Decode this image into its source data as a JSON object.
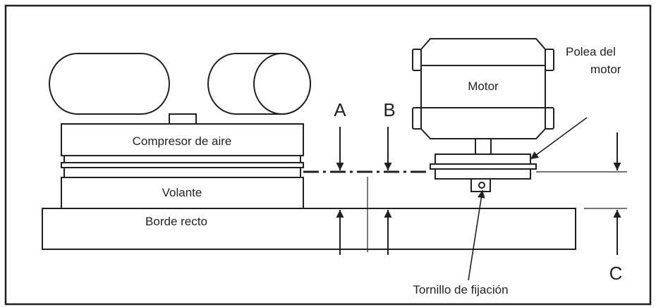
{
  "labels": {
    "compressor": "Compresor de aire",
    "flywheel": "Volante",
    "straight_edge": "Borde recto",
    "motor": "Motor",
    "motor_pulley_line1": "Polea del",
    "motor_pulley_line2": "motor",
    "set_screw": "Tornillo de fijación",
    "point_a": "A",
    "point_b": "B",
    "point_c": "C"
  },
  "colors": {
    "stroke": "#231f20",
    "background": "#ffffff"
  }
}
